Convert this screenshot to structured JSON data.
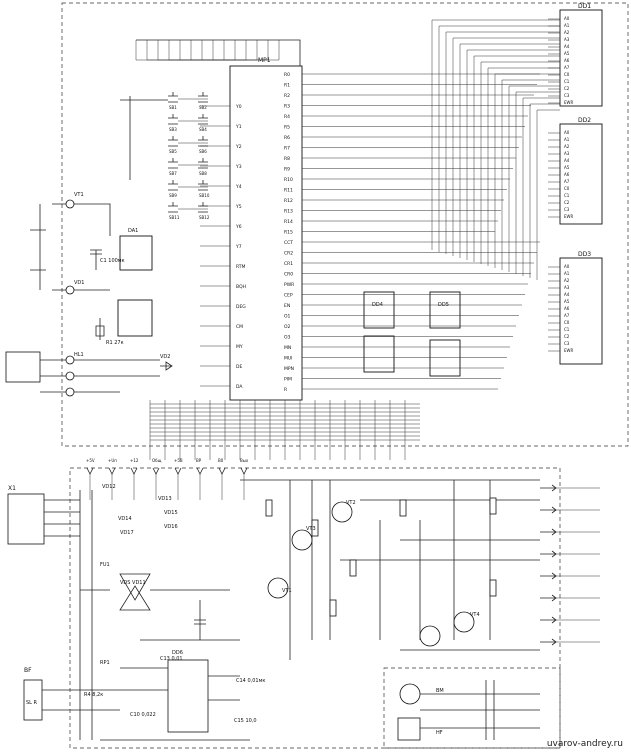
{
  "chips": {
    "main": "MP1",
    "dd1": "DD1",
    "dd2": "DD2",
    "dd3": "DD3",
    "da1": "DA1",
    "dd4": "DD4",
    "dd5": "DD5"
  },
  "mp1_left_pins": [
    "Y0",
    "Y1",
    "Y2",
    "Y3",
    "Y4",
    "Y5",
    "Y6",
    "Y7",
    "RTM",
    "BQH",
    "DEG",
    "CM",
    "MY",
    "DE",
    "DA"
  ],
  "mp1_right_pins": [
    "R0",
    "R1",
    "R2",
    "R3",
    "R4",
    "R5",
    "R6",
    "R7",
    "R8",
    "R9",
    "R10",
    "R11",
    "R12",
    "R13",
    "R14",
    "R15",
    "CCT",
    "CR2",
    "CR1",
    "CR0",
    "PWR",
    "CEP",
    "EN",
    "O1",
    "O2",
    "O3",
    "MN",
    "MUI",
    "MPN",
    "PIM",
    "R"
  ],
  "dd_pins": [
    "A0",
    "A1",
    "A2",
    "A3",
    "A4",
    "A5",
    "A6",
    "A7",
    "C0",
    "C1",
    "C2",
    "C3",
    "EWR"
  ],
  "keys": [
    "SB1",
    "SB2",
    "SB3",
    "SB4",
    "SB5",
    "SB6",
    "SB7",
    "SB8",
    "SB9",
    "SB10",
    "SB11",
    "SB12"
  ],
  "upper_labels": {
    "vt1": "VT1",
    "vd1": "VD1",
    "c1": "C1 100мк",
    "r1": "R1 27к",
    "hl1": "HL1",
    "vd2": "VD2"
  },
  "lower_labels": {
    "x1": "X1",
    "vd12": "VD12",
    "vd13": "VD13",
    "vd14": "VD14",
    "vd15": "VD15",
    "vd16": "VD16",
    "vd17": "VD17",
    "fu1": "FU1",
    "vd18": "VDS VD11",
    "vt1": "VT1",
    "vt2": "VT2",
    "vt3": "VT3",
    "vt4": "VT4",
    "dd6": "DD6",
    "bf": "BF",
    "bm": "BM",
    "hf": "HF",
    "sl": "SL R",
    "rp1": "RP1",
    "r4": "R4 8,2к",
    "c10": "C10 0,022",
    "c14": "C14 0,01мк",
    "c13": "C13 0,01",
    "c15": "C15 10,0"
  },
  "connector_labels": [
    "+5V",
    "+Uп",
    "+12",
    "Общ",
    "+5В",
    "ВР",
    "В0",
    "Вых"
  ],
  "watermark": "uvarov-andrey.ru"
}
